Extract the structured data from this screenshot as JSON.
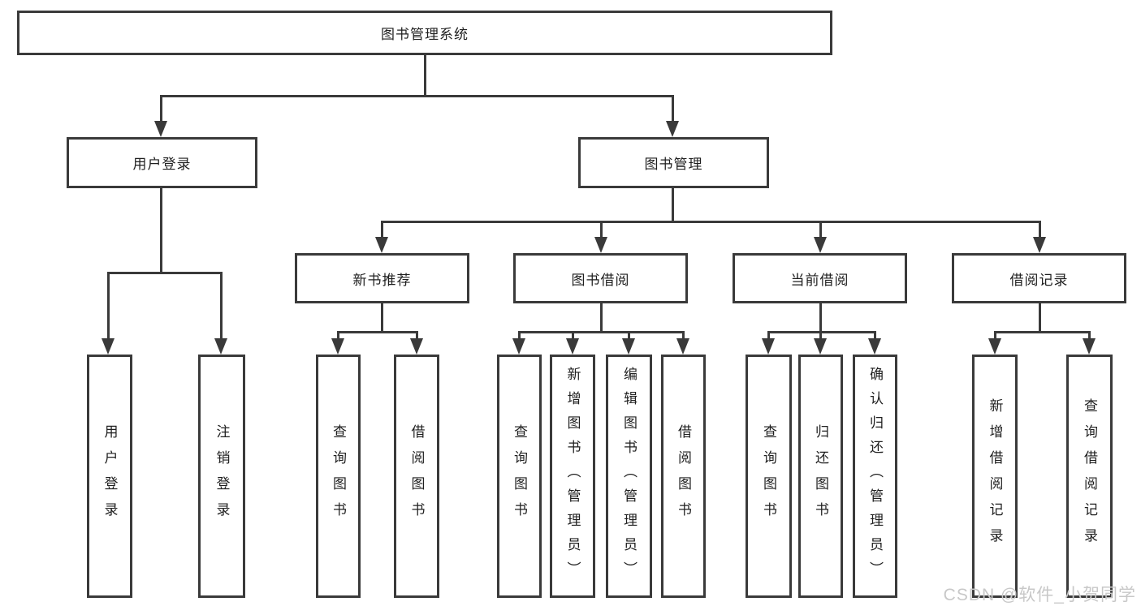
{
  "colors": {
    "background": "#ffffff",
    "line": "#3a3a3a",
    "box_border": "#3a3a3a",
    "text": "#1f1f1f",
    "watermark": "#c8c8c8"
  },
  "watermark": {
    "text": "CSDN @软件_小贺同学"
  },
  "tree": {
    "root": "图书管理系统",
    "children": [
      {
        "label": "用户登录",
        "children": [
          "用户登录",
          "注销登录"
        ]
      },
      {
        "label": "图书管理",
        "children": [
          {
            "label": "新书推荐",
            "children": [
              "查询图书",
              "借阅图书"
            ]
          },
          {
            "label": "图书借阅",
            "children": [
              "查询图书",
              "新增图书（管理员）",
              "编辑图书（管理员）",
              "借阅图书"
            ]
          },
          {
            "label": "当前借阅",
            "children": [
              "查询图书",
              "归还图书",
              "确认归还（管理员）"
            ]
          },
          {
            "label": "借阅记录",
            "children": [
              "新增借阅记录",
              "查询借阅记录"
            ]
          }
        ]
      }
    ]
  }
}
